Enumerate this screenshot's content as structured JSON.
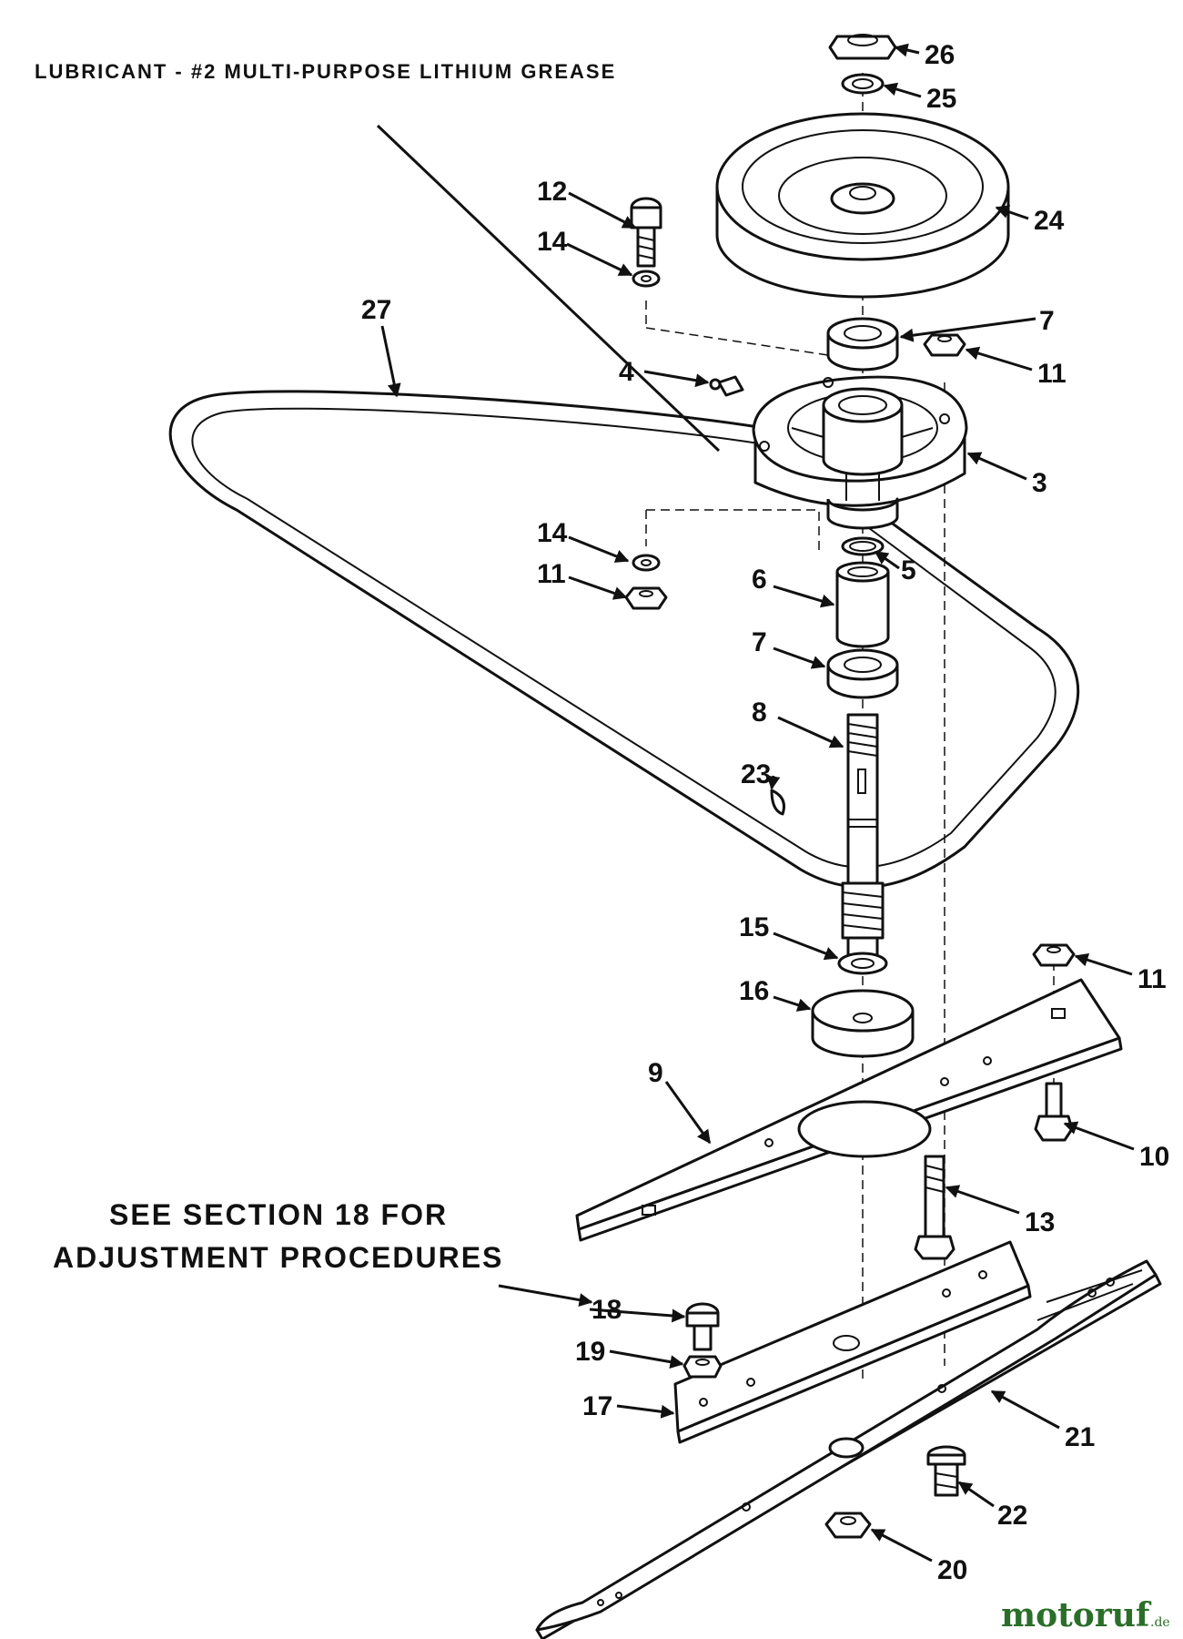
{
  "notes": {
    "lubricant": "LUBRICANT - #2 MULTI-PURPOSE LITHIUM GREASE",
    "section_line1": "SEE SECTION 18 FOR",
    "section_line2": "ADJUSTMENT PROCEDURES"
  },
  "watermark": {
    "brand": "motoruf",
    "suffix": ".de",
    "color": "#2a6e2a"
  },
  "callouts": {
    "c26": "26",
    "c25": "25",
    "c24": "24",
    "c12": "12",
    "c14a": "14",
    "c27": "27",
    "c7a": "7",
    "c11a": "11",
    "c4": "4",
    "c3": "3",
    "c14b": "14",
    "c11b": "11",
    "c5": "5",
    "c6": "6",
    "c7b": "7",
    "c8": "8",
    "c23": "23",
    "c15": "15",
    "c11c": "11",
    "c16": "16",
    "c9": "9",
    "c10": "10",
    "c13": "13",
    "c18": "18",
    "c19": "19",
    "c17": "17",
    "c21": "21",
    "c22": "22",
    "c20": "20"
  }
}
